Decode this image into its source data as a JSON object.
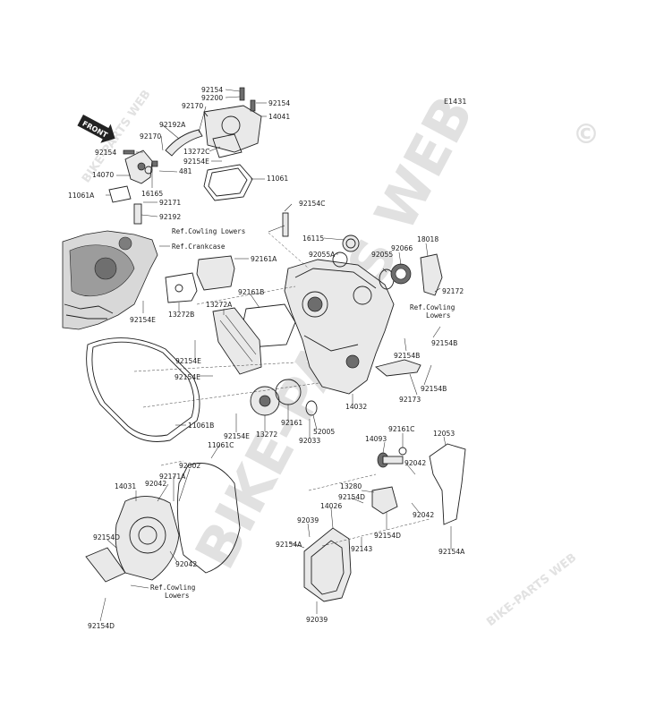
{
  "diagram": {
    "code": "E1431",
    "front_label": "FRONT",
    "watermarks": {
      "main": "BIKE-PARTS WEB",
      "small": "BIKE-PARTS WEB",
      "copyright": "©"
    },
    "labels": [
      {
        "id": "92154-t",
        "text": "92154"
      },
      {
        "id": "92200",
        "text": "92200"
      },
      {
        "id": "92154-r",
        "text": "92154"
      },
      {
        "id": "92170-a",
        "text": "92170"
      },
      {
        "id": "14041",
        "text": "14041"
      },
      {
        "id": "92192A",
        "text": "92192A"
      },
      {
        "id": "92170-b",
        "text": "92170"
      },
      {
        "id": "13272C",
        "text": "13272C"
      },
      {
        "id": "92154E-t",
        "text": "92154E"
      },
      {
        "id": "92154-l",
        "text": "92154"
      },
      {
        "id": "481",
        "text": "481"
      },
      {
        "id": "14070",
        "text": "14070"
      },
      {
        "id": "11061",
        "text": "11061"
      },
      {
        "id": "16165",
        "text": "16165"
      },
      {
        "id": "11061A",
        "text": "11061A"
      },
      {
        "id": "92171",
        "text": "92171"
      },
      {
        "id": "92192",
        "text": "92192"
      },
      {
        "id": "92154C",
        "text": "92154C"
      },
      {
        "id": "16115",
        "text": "16115"
      },
      {
        "id": "18018",
        "text": "18018"
      },
      {
        "id": "92066",
        "text": "92066"
      },
      {
        "id": "92055A",
        "text": "92055A"
      },
      {
        "id": "92055",
        "text": "92055"
      },
      {
        "id": "92161A",
        "text": "92161A"
      },
      {
        "id": "92172",
        "text": "92172"
      },
      {
        "id": "92161B",
        "text": "92161B"
      },
      {
        "id": "13272A",
        "text": "13272A"
      },
      {
        "id": "92154E-m",
        "text": "92154E"
      },
      {
        "id": "13272B",
        "text": "13272B"
      },
      {
        "id": "92154B-a",
        "text": "92154B"
      },
      {
        "id": "92154E-l",
        "text": "92154E"
      },
      {
        "id": "92154E-l2",
        "text": "92154E"
      },
      {
        "id": "92154B-b",
        "text": "92154B"
      },
      {
        "id": "92154B-c",
        "text": "92154B"
      },
      {
        "id": "92173",
        "text": "92173"
      },
      {
        "id": "14032",
        "text": "14032"
      },
      {
        "id": "11061B",
        "text": "11061B"
      },
      {
        "id": "13272",
        "text": "13272"
      },
      {
        "id": "92161",
        "text": "92161"
      },
      {
        "id": "52005",
        "text": "52005"
      },
      {
        "id": "92154E-b",
        "text": "92154E"
      },
      {
        "id": "92033",
        "text": "92033"
      },
      {
        "id": "11061C",
        "text": "11061C"
      },
      {
        "id": "92161C",
        "text": "92161C"
      },
      {
        "id": "14093",
        "text": "14093"
      },
      {
        "id": "12053",
        "text": "12053"
      },
      {
        "id": "92002",
        "text": "92002"
      },
      {
        "id": "92042-r",
        "text": "92042"
      },
      {
        "id": "92171A",
        "text": "92171A"
      },
      {
        "id": "14031",
        "text": "14031"
      },
      {
        "id": "92042-a",
        "text": "92042"
      },
      {
        "id": "13280",
        "text": "13280"
      },
      {
        "id": "92154D-r",
        "text": "92154D"
      },
      {
        "id": "92042-r2",
        "text": "92042"
      },
      {
        "id": "14026",
        "text": "14026"
      },
      {
        "id": "92039-a",
        "text": "92039"
      },
      {
        "id": "92154D-r2",
        "text": "92154D"
      },
      {
        "id": "92154D-l",
        "text": "92154D"
      },
      {
        "id": "92154A-a",
        "text": "92154A"
      },
      {
        "id": "92143",
        "text": "92143"
      },
      {
        "id": "92154A-b",
        "text": "92154A"
      },
      {
        "id": "92042-l",
        "text": "92042"
      },
      {
        "id": "92039-b",
        "text": "92039"
      },
      {
        "id": "92154D-b",
        "text": "92154D"
      }
    ],
    "references": [
      {
        "id": "ref-cowling-top",
        "text": "Ref.Cowling Lowers"
      },
      {
        "id": "ref-crankcase",
        "text": "Ref.Crankcase"
      },
      {
        "id": "ref-cowling-mid-1",
        "text": "Ref.Cowling"
      },
      {
        "id": "ref-cowling-mid-2",
        "text": "Lowers"
      },
      {
        "id": "ref-cowling-bot-1",
        "text": "Ref.Cowling"
      },
      {
        "id": "ref-cowling-bot-2",
        "text": "Lowers"
      }
    ]
  }
}
